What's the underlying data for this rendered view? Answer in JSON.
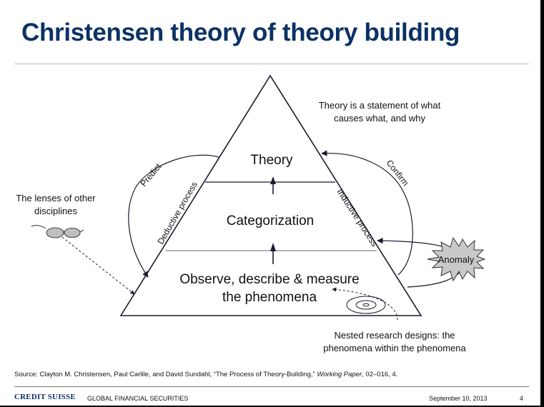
{
  "slide": {
    "title": "Christensen theory of theory building"
  },
  "diagram": {
    "levels": {
      "top": "Theory",
      "middle": "Categorization",
      "bottom_line1": "Observe, describe & measure",
      "bottom_line2": "the phenomena"
    },
    "side_labels": {
      "predict": "Predict",
      "deductive": "Deductive process",
      "confirm": "Confirm",
      "inductive": "Inductive process"
    },
    "notes": {
      "theory_line1": "Theory is a statement of what",
      "theory_line2": "causes what, and why",
      "lenses_line1": "The lenses of other",
      "lenses_line2": "disciplines",
      "nested_line1": "Nested research designs: the",
      "nested_line2": "phenomena within the phenomena"
    },
    "anomaly": "Anomaly",
    "icons": [
      "glasses-icon",
      "nested-rings-icon",
      "starburst-icon",
      "arrow-up-icon"
    ],
    "colors": {
      "title": "#0b3264",
      "anomaly_fill": "#c9c9c9",
      "lines": "#1a1a2e"
    }
  },
  "source": {
    "prefix": "Source: Clayton M. Christensen, Paul Carlile, and David Sundahl, “The Process of Theory-Building,” ",
    "journal": "Working Paper",
    "suffix": ", 02–016, 4."
  },
  "footer": {
    "logo": "CREDIT SUISSE",
    "division": "GLOBAL FINANCIAL SECURITIES",
    "date": "September 10, 2013",
    "page": "4"
  }
}
